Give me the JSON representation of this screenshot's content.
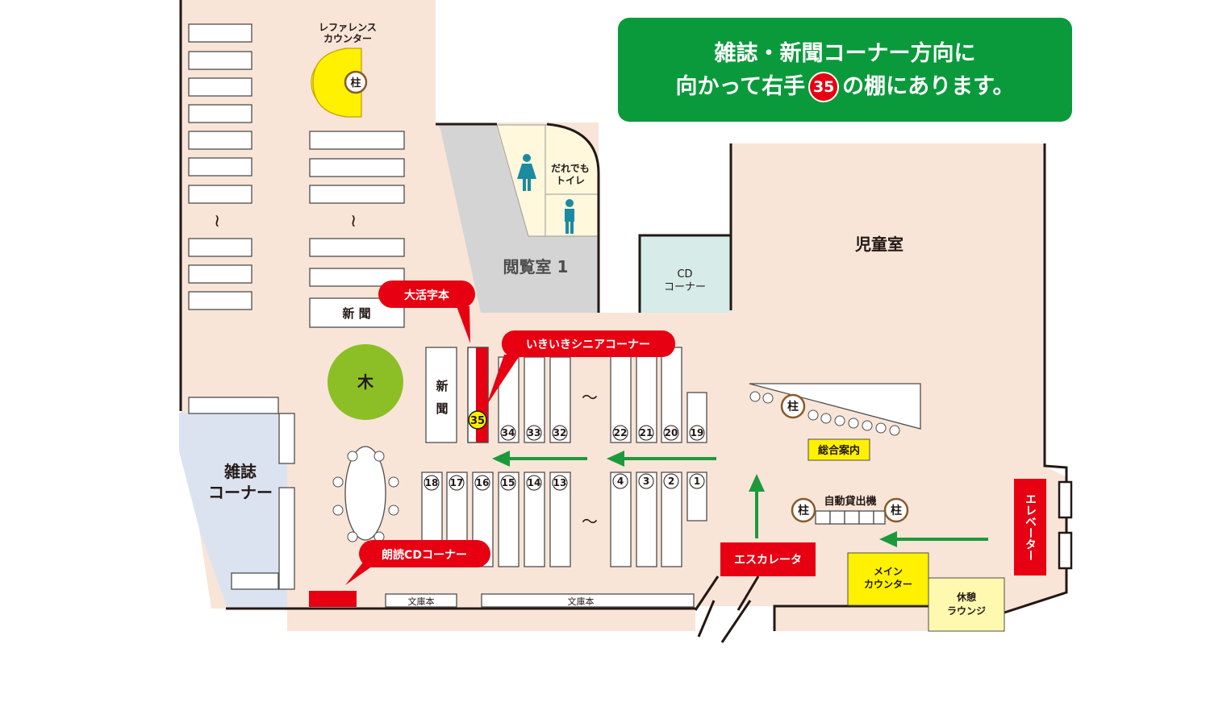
{
  "banner": {
    "line1": "雑誌・新聞コーナー方向に",
    "line2_pre": "向かって右手",
    "line2_num": "35",
    "line2_post": "の棚にあります。"
  },
  "colors": {
    "floor": "#f8e5d8",
    "banner_green": "#0a9a3c",
    "arrow_green": "#1c9a3b",
    "marker_red": "#e60012",
    "counter_yellow": "#fff100",
    "magazine_blue": "#dce3f0",
    "cd_teal": "#d7ebe8",
    "reading_gray": "#d4d4d4",
    "toilet_cream": "#fff8dc",
    "tree_green": "#8cbf26"
  },
  "labels": {
    "reference_counter_l1": "レファレンス",
    "reference_counter_l2": "カウンター",
    "pillar": "柱",
    "toilet_l1": "だれでも",
    "toilet_l2": "トイレ",
    "reading_room": "閲覧室 1",
    "cd_l1": "CD",
    "cd_l2": "コーナー",
    "children_room": "児童室",
    "large_print": "大活字本",
    "senior_corner": "いきいきシニアコーナー",
    "newspaper_horizontal": "新 聞",
    "newspaper_v1": "新",
    "newspaper_v2": "聞",
    "tree": "木",
    "magazine_l1": "雑誌",
    "magazine_l2": "コーナー",
    "audio_cd": "朗読CDコーナー",
    "bunko_small": "文庫本",
    "bunko_large": "文庫本",
    "escalator": "エスカレータ",
    "info_desk": "総合案内",
    "auto_lending": "自動貸出機",
    "main_counter_l1": "メイン",
    "main_counter_l2": "カウンター",
    "lounge_l1": "休憩",
    "lounge_l2": "ラウンジ",
    "elevator": "エレベーター",
    "tilde": "～",
    "wave": "≀"
  },
  "shelf_numbers": {
    "marked": "35",
    "top_row": [
      "34",
      "33",
      "32",
      "22",
      "21",
      "20",
      "19"
    ],
    "bottom_row": [
      "18",
      "17",
      "16",
      "15",
      "14",
      "13",
      "4",
      "3",
      "2",
      "1"
    ]
  }
}
